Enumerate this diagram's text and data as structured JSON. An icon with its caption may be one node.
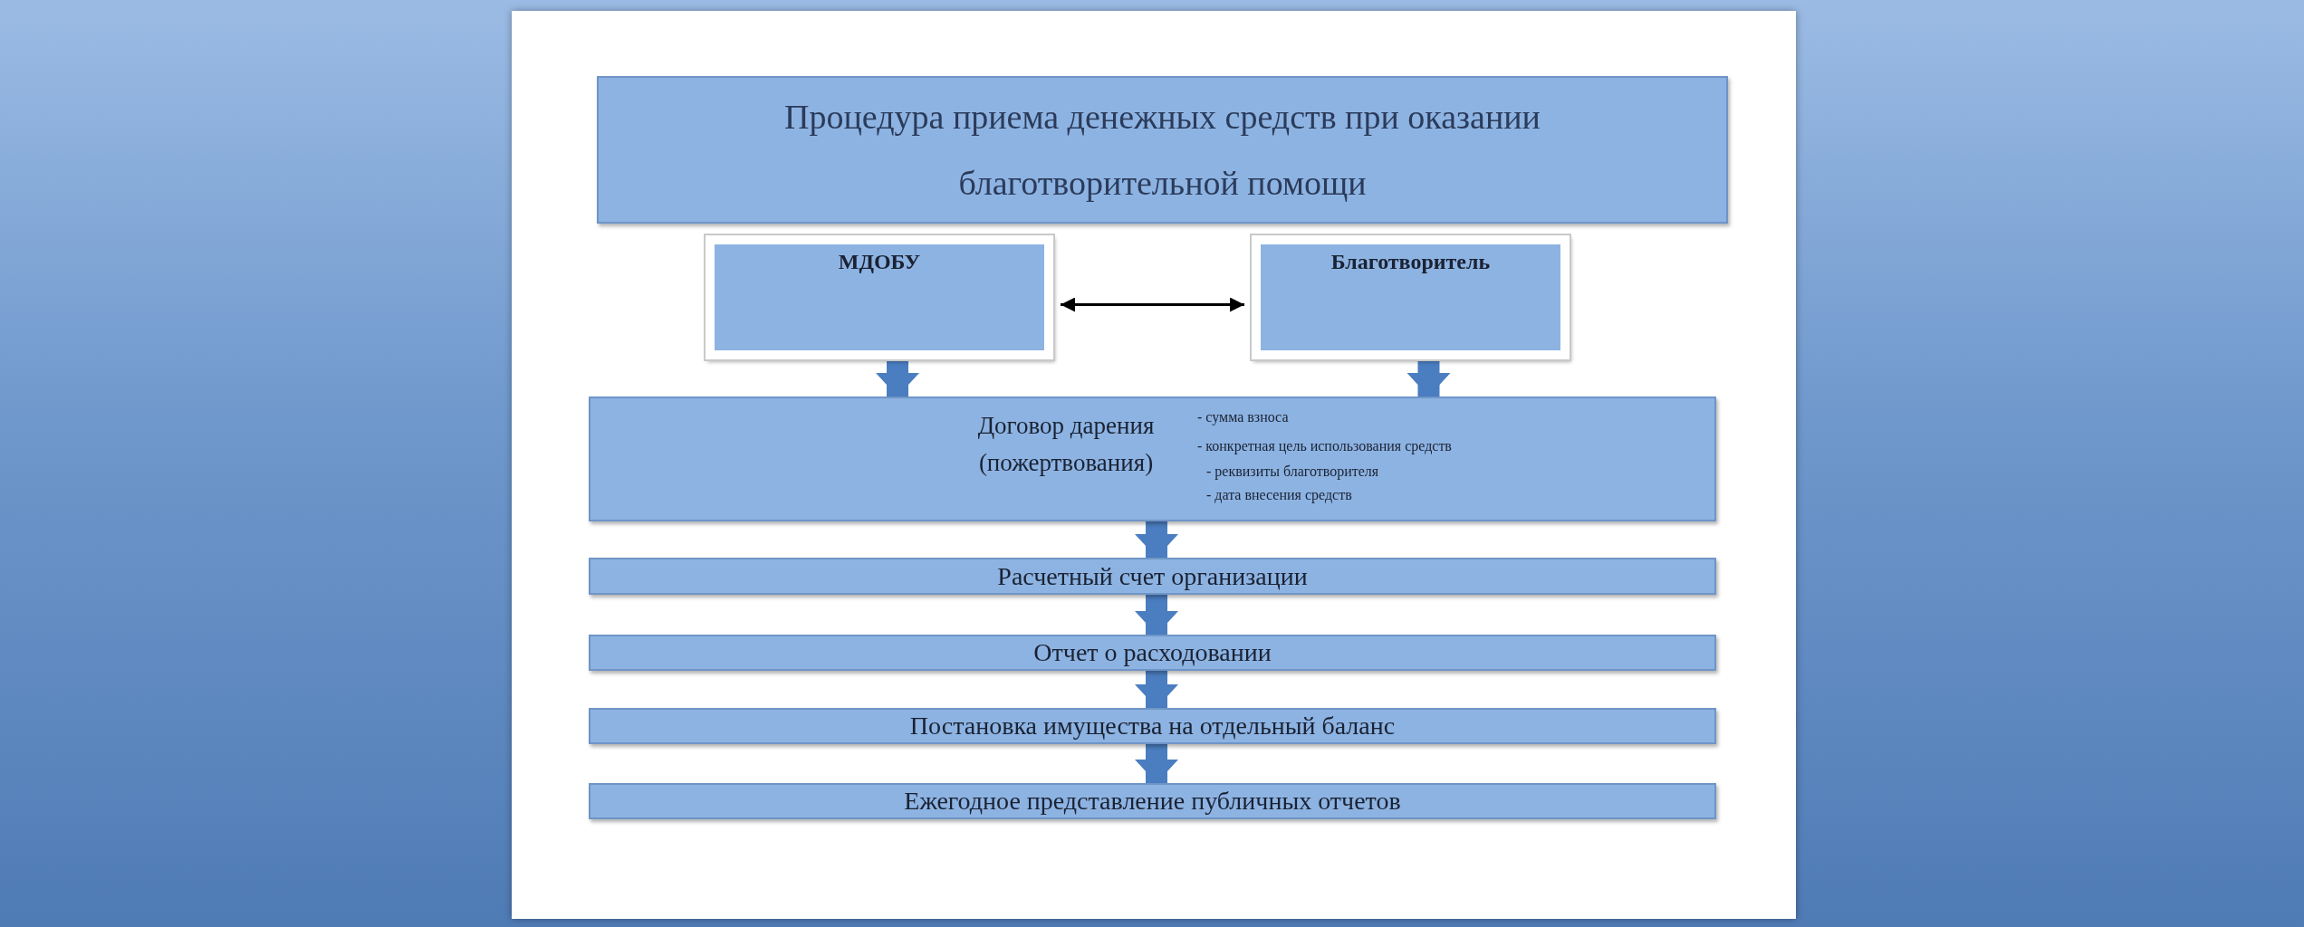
{
  "diagram": {
    "nodes": [
      {
        "text": [
          "Процедура приема денежных средств при оказании благотворительной помощи"
        ]
      },
      {
        "text": [
          "МДОБУ"
        ]
      },
      {
        "text": [
          "Благотворитель"
        ]
      },
      {
        "text": [
          "Договор дарения (пожертвования)",
          "- сумма взноса",
          "- конкретная цель использования средств",
          "- реквизиты благотворителя",
          "- дата внесения средств"
        ]
      },
      {
        "text": [
          "Расчетный счет организации"
        ]
      },
      {
        "text": [
          "Отчет о расходовании"
        ]
      },
      {
        "text": [
          "Постановка имущества на отдельный баланс"
        ]
      },
      {
        "text": [
          "Ежегодное представление публичных отчетов"
        ]
      }
    ],
    "edges": [
      {
        "from": 1,
        "to": 2,
        "arrow": "both",
        "color": "#000000"
      },
      {
        "from": 1,
        "to": 3,
        "arrow": "to"
      },
      {
        "from": 2,
        "to": 3,
        "arrow": "to"
      },
      {
        "from": 3,
        "to": 4,
        "arrow": "to"
      },
      {
        "from": 4,
        "to": 5,
        "arrow": "to"
      },
      {
        "from": 5,
        "to": 6,
        "arrow": "to"
      },
      {
        "from": 6,
        "to": 7,
        "arrow": "to"
      }
    ]
  }
}
